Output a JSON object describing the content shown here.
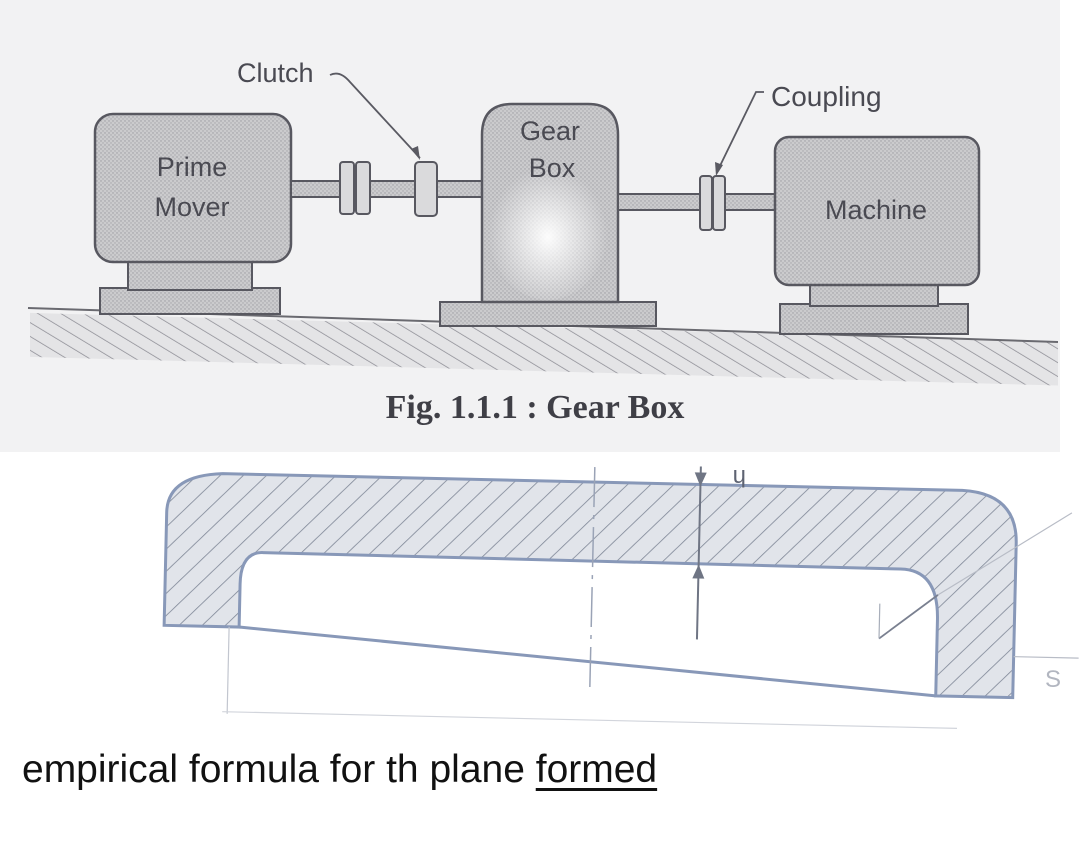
{
  "figure": {
    "labels": {
      "clutch": "Clutch",
      "coupling": "Coupling",
      "gear_line1": "Gear",
      "gear_line2": "Box",
      "prime_line1": "Prime",
      "prime_line2": "Mover",
      "machine": "Machine"
    },
    "caption": "Fig. 1.1.1 : Gear Box"
  },
  "section_diagram": {
    "dimension_label": "h",
    "edge_label": "S"
  },
  "text_line": {
    "plain": "empirical formula for th plane ",
    "underlined": "formed"
  },
  "colors": {
    "paper": "#f2f2f3",
    "block_fill": "#c7c7c9",
    "outline": "#585860",
    "section_line": "#7f8fb0",
    "caption": "#3f3f46"
  }
}
